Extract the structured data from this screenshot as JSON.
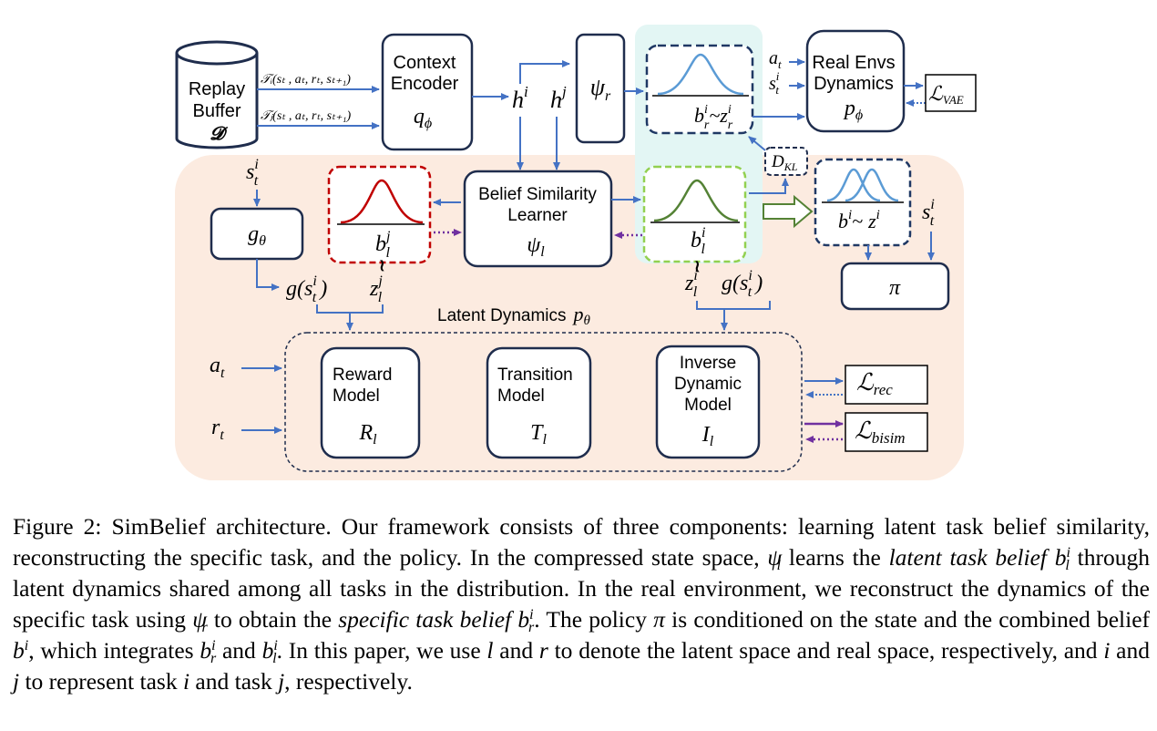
{
  "diagram": {
    "replay_buffer": {
      "line1": "Replay",
      "line2": "Buffer",
      "symbol": "𝓓"
    },
    "traj_i": "𝒯ᵢ(sₜ , aₜ, rₜ, sₜ₊₁)",
    "traj_j": "𝒯ⱼ(sₜ , aₜ, rₜ, sₜ₊₁)",
    "context_encoder": {
      "line1": "Context",
      "line2": "Encoder",
      "symbol": "q",
      "sub": "ϕ"
    },
    "h_i": {
      "base": "h",
      "sup": "i"
    },
    "h_j": {
      "base": "h",
      "sup": "j"
    },
    "psi_r": {
      "base": "ψ",
      "sub": "r"
    },
    "specific_belief": "bʳⁱ~zʳⁱ",
    "specific_belief_label": {
      "b": "b",
      "sup1": "i",
      "sub1": "r",
      "tilde": "~",
      "z": "z",
      "sup2": "i",
      "sub2": "r"
    },
    "real_env": {
      "line1": "Real Envs",
      "line2": "Dynamics",
      "symbol": "p",
      "sub": "ϕ"
    },
    "real_env_inputs": {
      "a": "a",
      "a_sub": "t",
      "s": "s",
      "s_sup": "i",
      "s_sub": "t"
    },
    "loss_vae": {
      "base": "ℒ",
      "sub": "VAE"
    },
    "dkl": {
      "base": "D",
      "sub": "KL"
    },
    "state_top": {
      "base": "s",
      "sup": "i",
      "sub": "t"
    },
    "g_theta": {
      "base": "g",
      "sub": "θ"
    },
    "belief_j": {
      "base": "b",
      "sup": "j",
      "sub": "l"
    },
    "belief_learner": {
      "line1": "Belief Similarity",
      "line2": "Learner",
      "symbol": "ψ",
      "sub": "l"
    },
    "belief_i": {
      "base": "b",
      "sup": "i",
      "sub": "l"
    },
    "combined_belief": {
      "b": "b",
      "sup1": "i",
      "tilde": "~",
      "z": "z",
      "sup2": "i"
    },
    "policy_state": {
      "base": "s",
      "sup": "i",
      "sub": "t"
    },
    "policy": "π",
    "g_left": {
      "text": "g(s",
      "sup": "i",
      "sub": "t",
      "close": ")"
    },
    "z_left": {
      "base": "z",
      "sup": "j",
      "sub": "l"
    },
    "z_right": {
      "base": "z",
      "sup": "i",
      "sub": "l"
    },
    "g_right": {
      "text": "g(s",
      "sup": "i",
      "sub": "t",
      "close": ")"
    },
    "latent_dynamics": {
      "text": "Latent Dynamics",
      "symbol": "p",
      "sub": "θ"
    },
    "input_a": {
      "base": "a",
      "sub": "t"
    },
    "input_r": {
      "base": "r",
      "sub": "t"
    },
    "reward_model": {
      "line1": "Reward",
      "line2": "Model",
      "symbol": "R",
      "sub": "l"
    },
    "transition_model": {
      "line1": "Transition",
      "line2": "Model",
      "symbol": "T",
      "sub": "l"
    },
    "inverse_model": {
      "line1": "Inverse",
      "line2": "Dynamic",
      "line3": "Model",
      "symbol": "I",
      "sub": "l"
    },
    "loss_rec": {
      "base": "ℒ",
      "sub": "rec"
    },
    "loss_bisim": {
      "base": "ℒ",
      "sub": "bisim"
    },
    "colors": {
      "blue": "#4472c4",
      "navy": "#1f2d4d",
      "peach": "#fcebe0",
      "mint": "#e3f6f4",
      "red": "#c00000",
      "green": "#548235",
      "purple": "#7030a0",
      "light_blue": "#5b9bd5"
    }
  },
  "caption": {
    "p1": "Figure 2: SimBelief architecture. Our framework consists of three components: learning latent task belief similarity, reconstructing the specific task, and the policy. In the compressed state space, ",
    "psi_l": "ψ",
    "psi_l_sub": "l",
    "p2": " learns the ",
    "italic1": "latent task belief",
    "b1": "b",
    "b1_sup": "i",
    "b1_sub": "l",
    "p3": " through latent dynamics shared among all tasks in the distribution. In the real environment, we reconstruct the dynamics of the specific task using ",
    "psi_r": "ψ",
    "psi_r_sub": "r",
    "p4": " to obtain the ",
    "italic2": "specific task belief",
    "b2": "b",
    "b2_sup": "i",
    "b2_sub": "r",
    "p5": ". The policy ",
    "pi": "π",
    "p6": " is conditioned on the state and the combined belief ",
    "b3": "b",
    "b3_sup": "i",
    "p7": ", which integrates ",
    "b4": "b",
    "b4_sup": "i",
    "b4_sub": "r",
    "p8": " and ",
    "b5": "b",
    "b5_sup": "i",
    "b5_sub": "l",
    "p9": ". In this paper, we use ",
    "l": "l",
    "p10": " and ",
    "r": "r",
    "p11": " to denote the latent space and real space, respectively, and ",
    "i": "i",
    "p12": " and ",
    "j": "j",
    "p13": " to represent task ",
    "i2": "i",
    "p14": " and task ",
    "j2": "j",
    "p15": ", respectively."
  }
}
